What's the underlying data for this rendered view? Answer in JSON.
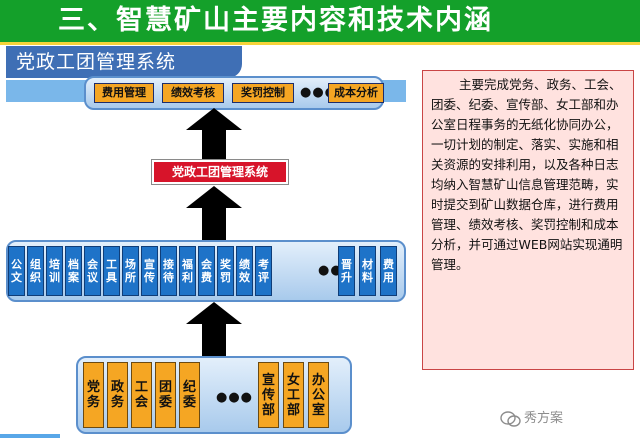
{
  "title": "三、智慧矿山主要内容和技术内涵",
  "section_label": "党政工团管理系统",
  "top_modules": [
    "费用管理",
    "绩效考核",
    "奖罚控制",
    "成本分析"
  ],
  "ellipsis": "●●●",
  "center_badge": "党政工团管理系统",
  "middle_modules": [
    "公文",
    "组织",
    "培训",
    "档案",
    "会议",
    "工具",
    "场所",
    "宣传",
    "接待",
    "福利",
    "会费",
    "奖罚",
    "绩效",
    "考评",
    "晋升",
    "材料",
    "费用"
  ],
  "bottom_modules": [
    "党务",
    "政务",
    "工会",
    "团委",
    "纪委",
    "宣传部",
    "女工部",
    "办公室"
  ],
  "note": "主要完成党务、政务、工会、团委、纪委、宣传部、女工部和办公室日程事务的无纸化协同办公，一切计划的制定、落实、实施和相关资源的安排利用，以及各种日志均纳入智慧矿山信息管理范畴，实时提交到矿山数据仓库，进行费用管理、绩效考核、奖罚控制和成本分析，并可通过WEB网站实现通明管理。",
  "watermark": "秀方案",
  "colors": {
    "title_green": "#14a02a",
    "label_blue": "#3f6fb5",
    "module_orange": "#f5a623",
    "module_blue": "#1e73c8",
    "badge_red": "#d7142a",
    "note_pink": "#ffe2df"
  },
  "icons": [
    "up-arrow-icon",
    "wechat-icon"
  ]
}
